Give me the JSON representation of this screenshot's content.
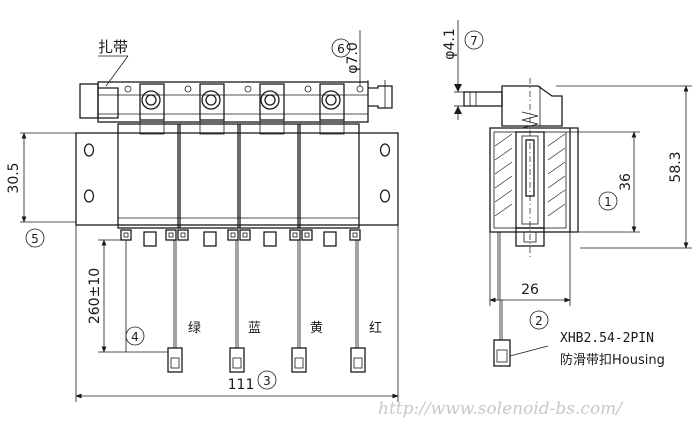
{
  "labels": {
    "strap": "扎带",
    "housing_model": "XHB2.54-2PIN",
    "housing_name": "防滑带扣Housing",
    "wire_green": "绿",
    "wire_blue": "蓝",
    "wire_yellow": "黄",
    "wire_red": "红"
  },
  "dimensions": {
    "height_30_5": "30.5",
    "wire_length": "260±10",
    "total_width": "111",
    "nozzle_dia": "φ7.0",
    "tube_dia": "φ4.1",
    "height_36": "36",
    "height_58_3": "58.3",
    "depth_26": "26"
  },
  "callouts": {
    "c1": "1",
    "c2": "2",
    "c3": "3",
    "c4": "4",
    "c5": "5",
    "c6": "6",
    "c7": "7"
  },
  "watermark": "http://www.solenoid-bs.com/"
}
